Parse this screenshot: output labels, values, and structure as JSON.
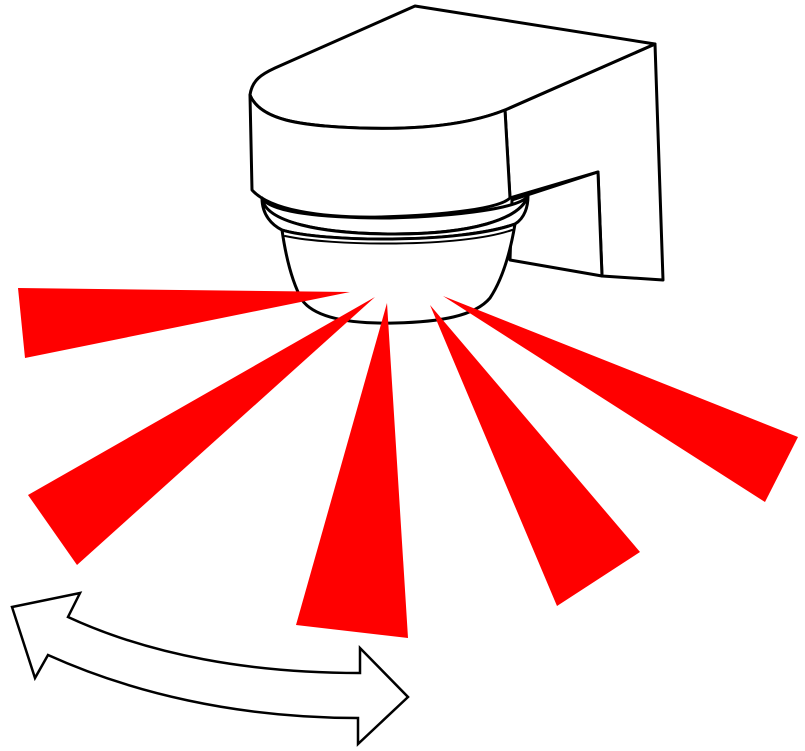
{
  "diagram": {
    "subject": "motion-sensor",
    "beam_color": "#ff0000",
    "line_color": "#000000",
    "background_color": "#ffffff",
    "beam_count": 5,
    "sweep_arrow": "double-headed"
  }
}
